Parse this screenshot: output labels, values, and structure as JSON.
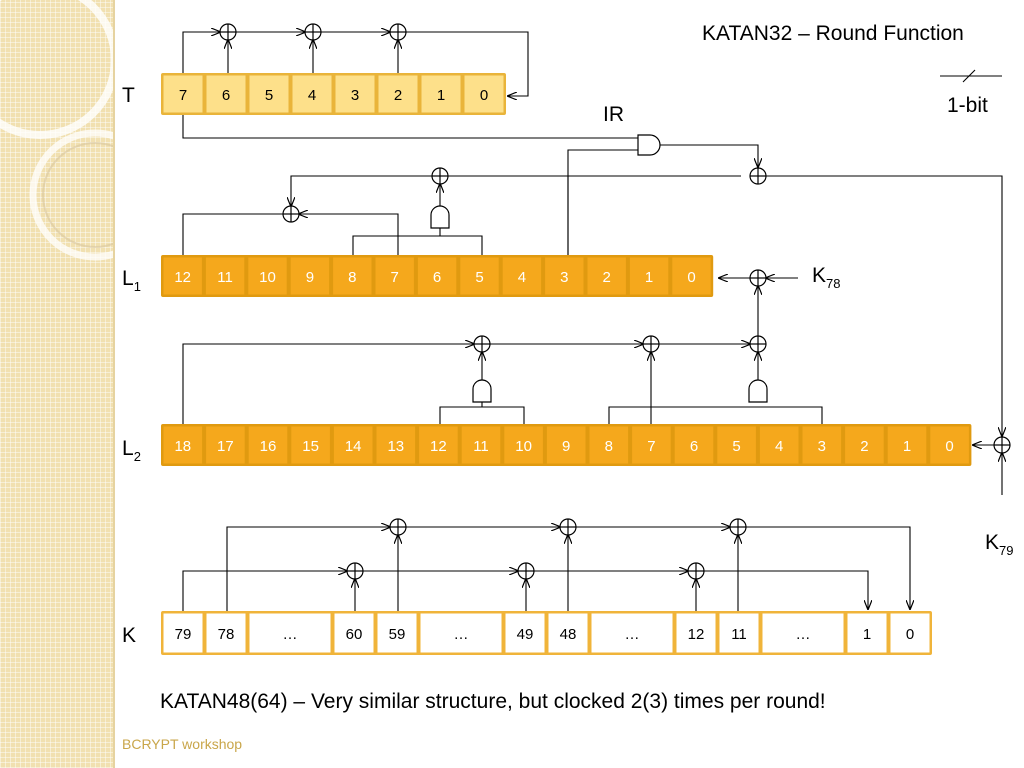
{
  "title": "KATAN32 – Round Function",
  "legend": {
    "label": "1-bit"
  },
  "ir_label": "IR",
  "footer_note": "KATAN48(64) – Very similar structure, but clocked 2(3) times per round!",
  "workshop": "BCRYPT workshop",
  "colors": {
    "t_cell": "#fde08a",
    "t_border": "#e9b43a",
    "l_cell": "#f5a81c",
    "l_border": "#e09a10",
    "k_cell": "#ffffff",
    "k_border": "#f0b43a",
    "cell_text_light": "#ffffff",
    "line": "#000000"
  },
  "registers": {
    "T": {
      "name": "T",
      "sub": "",
      "cells": [
        "7",
        "6",
        "5",
        "4",
        "3",
        "2",
        "1",
        "0"
      ]
    },
    "L1": {
      "name": "L",
      "sub": "1",
      "cells": [
        "12",
        "11",
        "10",
        "9",
        "8",
        "7",
        "6",
        "5",
        "4",
        "3",
        "2",
        "1",
        "0"
      ]
    },
    "L2": {
      "name": "L",
      "sub": "2",
      "cells": [
        "18",
        "17",
        "16",
        "15",
        "14",
        "13",
        "12",
        "11",
        "10",
        "9",
        "8",
        "7",
        "6",
        "5",
        "4",
        "3",
        "2",
        "1",
        "0"
      ]
    },
    "K": {
      "name": "K",
      "sub": "",
      "cells": [
        "79",
        "78",
        "…",
        "60",
        "59",
        "…",
        "49",
        "48",
        "…",
        "12",
        "11",
        "…",
        "1",
        "0"
      ]
    }
  },
  "keys": {
    "k78": {
      "base": "K",
      "sub": "78"
    },
    "k79": {
      "base": "K",
      "sub": "79"
    }
  }
}
